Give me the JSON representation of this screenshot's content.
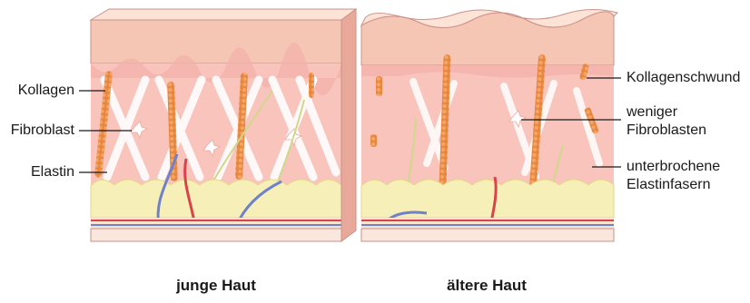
{
  "left_labels": [
    "Kollagen",
    "Fibroblast",
    "Elastin"
  ],
  "right_labels": {
    "collagen_loss": "Kollagenschwund",
    "fewer_fibroblasts": [
      "weniger",
      "Fibroblasten"
    ],
    "broken_elastin": [
      "unterbrochene",
      "Elastinfasern"
    ]
  },
  "captions": {
    "young": "junge Haut",
    "old": "ältere Haut"
  },
  "colors": {
    "epidermis": "#f6c6b4",
    "epidermis_top": "#fde3d6",
    "dermis": "#f8c4bc",
    "fat": "#f6f0b8",
    "collagen_fiber": "#ffffff",
    "elastin": "#e8863e",
    "artery": "#d9434a",
    "vein": "#6f82c9",
    "nerve": "#cfd98c"
  }
}
